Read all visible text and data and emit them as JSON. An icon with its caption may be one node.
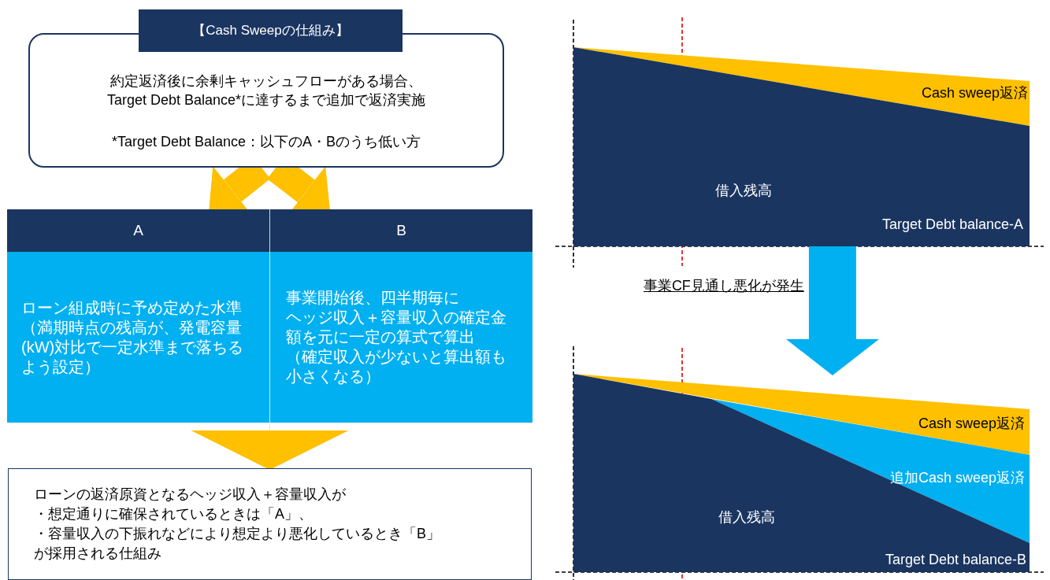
{
  "diagram": {
    "nodes": [
      {
        "text": [
          "【Cash Sweepの仕組み】",
          "約定返済後に余剰キャッシュフローがある場合、",
          "Target Debt Balance*に達するまで追加で返済実施",
          "*Target Debt Balance：以下のA・Bのうち低い方"
        ]
      },
      {
        "text": [
          "A",
          "ローン組成時に予め定めた水準",
          "（満期時点の残高が、発電容量(kW)対比で一定水準まで落ちるよう設定）"
        ]
      },
      {
        "text": [
          "B",
          "事業開始後、四半期毎に",
          "ヘッジ収入＋容量収入の確定金額を元に一定の算式で算出",
          "（確定収入が少ないと算出額も小さくなる）"
        ]
      },
      {
        "text": [
          "ローンの返済原資となるヘッジ収入＋容量収入が",
          "・想定通りに確保されているときは「A」、",
          "・容量収入の下振れなどにより想定より悪化しているとき「B」",
          "が採用される仕組み"
        ]
      },
      {
        "text": [
          "Cash sweep返済",
          "借入残高",
          "Target Debt balance-A"
        ]
      },
      {
        "text": [
          "Cash sweep返済",
          "追加Cash sweep返済",
          "借入残高",
          "Target Debt balance-B"
        ]
      }
    ],
    "edges": [
      {
        "from": 0,
        "to": 1,
        "arrow": "to"
      },
      {
        "from": 0,
        "to": 2,
        "arrow": "to"
      },
      {
        "from": 1,
        "to": 3,
        "arrow": "to"
      },
      {
        "from": 2,
        "to": 3,
        "arrow": "to"
      },
      {
        "from": 4,
        "to": 5,
        "arrow": "to",
        "label": "事業CF見通し悪化が発生",
        "color": "#00b0f0"
      }
    ]
  }
}
